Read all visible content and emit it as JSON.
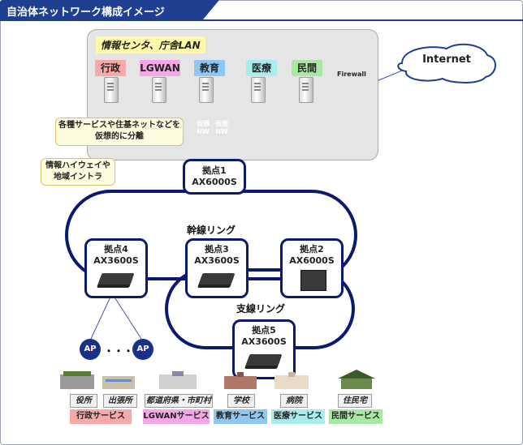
{
  "title": "自治体ネットワーク構成イメージ",
  "lan": {
    "title": "情報センタ、庁舎LAN",
    "tags": [
      {
        "label": "行政",
        "color": "#f7a8a8"
      },
      {
        "label": "LGWAN",
        "color": "#f3a8e6"
      },
      {
        "label": "教育",
        "color": "#8fc6f2"
      },
      {
        "label": "医療",
        "color": "#a9ecec"
      },
      {
        "label": "民間",
        "color": "#a8e8a3"
      }
    ],
    "firewall": "Firewall",
    "virtual_nw": [
      {
        "label": "仮想NW",
        "color": "#f08a1c"
      },
      {
        "label": "仮想NW",
        "color": "#3a8de0"
      }
    ]
  },
  "internet": "Internet",
  "callouts": {
    "virtual": [
      "各種サービスや住基ネットなどを",
      "仮想的に分離"
    ],
    "highway": [
      "情報ハイウェイや",
      "地域イントラ"
    ]
  },
  "nodes": {
    "n1": {
      "name": "拠点1",
      "model": "AX6000S"
    },
    "n2": {
      "name": "拠点2",
      "model": "AX6000S"
    },
    "n3": {
      "name": "拠点3",
      "model": "AX3600S"
    },
    "n4": {
      "name": "拠点4",
      "model": "AX3600S"
    },
    "n5": {
      "name": "拠点5",
      "model": "AX3600S"
    }
  },
  "rings": {
    "trunk": "幹線リング",
    "branch": "支線リング"
  },
  "ap": {
    "label": "AP",
    "ellipsis": "・・・"
  },
  "buildings": [
    "役所",
    "出張所",
    "都道府県・市町村",
    "学校",
    "病院",
    "住民宅"
  ],
  "services": [
    {
      "label": "行政サービス",
      "color": "#f7a8a8"
    },
    {
      "label": "LGWANサービス",
      "color": "#f3a8e6"
    },
    {
      "label": "教育サービス",
      "color": "#8fc6f2"
    },
    {
      "label": "医療サービス",
      "color": "#a9ecec"
    },
    {
      "label": "民間サービス",
      "color": "#a8e8a3"
    }
  ]
}
